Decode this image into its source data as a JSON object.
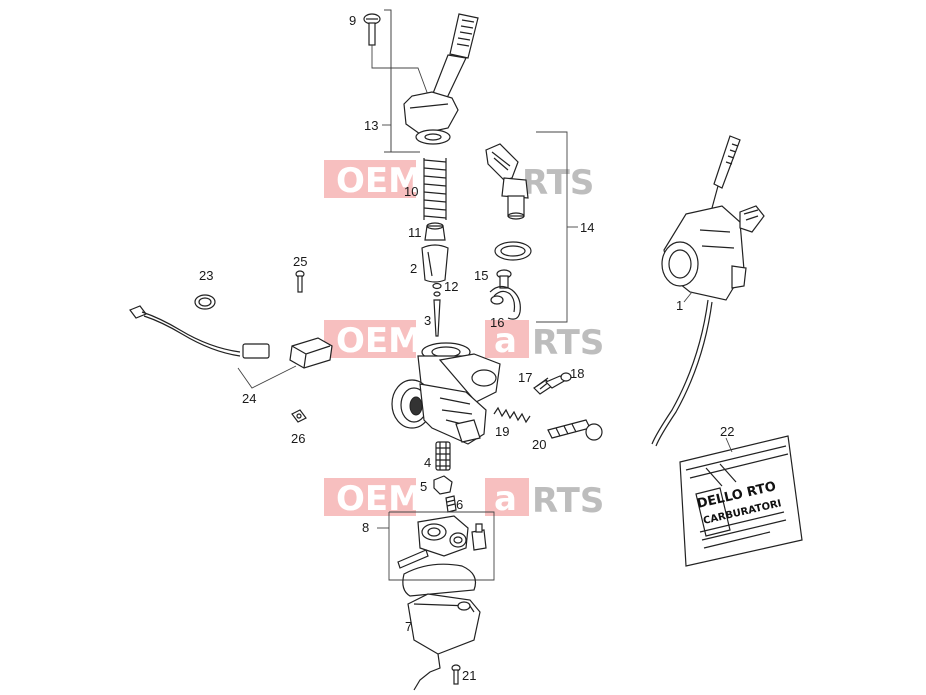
{
  "watermark": {
    "text_left": "OEM",
    "text_right": "RTS",
    "text_a": "a",
    "colors": {
      "box": "#f08a8a",
      "text_light": "#ffffff",
      "text_gray": "#bdbdbd"
    }
  },
  "callouts": {
    "c1": "1",
    "c2": "2",
    "c3": "3",
    "c4": "4",
    "c5": "5",
    "c6": "6",
    "c7": "7",
    "c8": "8",
    "c9": "9",
    "c10": "10",
    "c11": "11",
    "c12": "12",
    "c13": "13",
    "c14": "14",
    "c15": "15",
    "c16": "16",
    "c17": "17",
    "c18": "18",
    "c19": "19",
    "c20": "20",
    "c21": "21",
    "c22": "22",
    "c23": "23",
    "c24": "24",
    "c25": "25",
    "c26": "26"
  },
  "document": {
    "brand": "DELLO RTO",
    "subtitle": "CARBURATORI"
  }
}
